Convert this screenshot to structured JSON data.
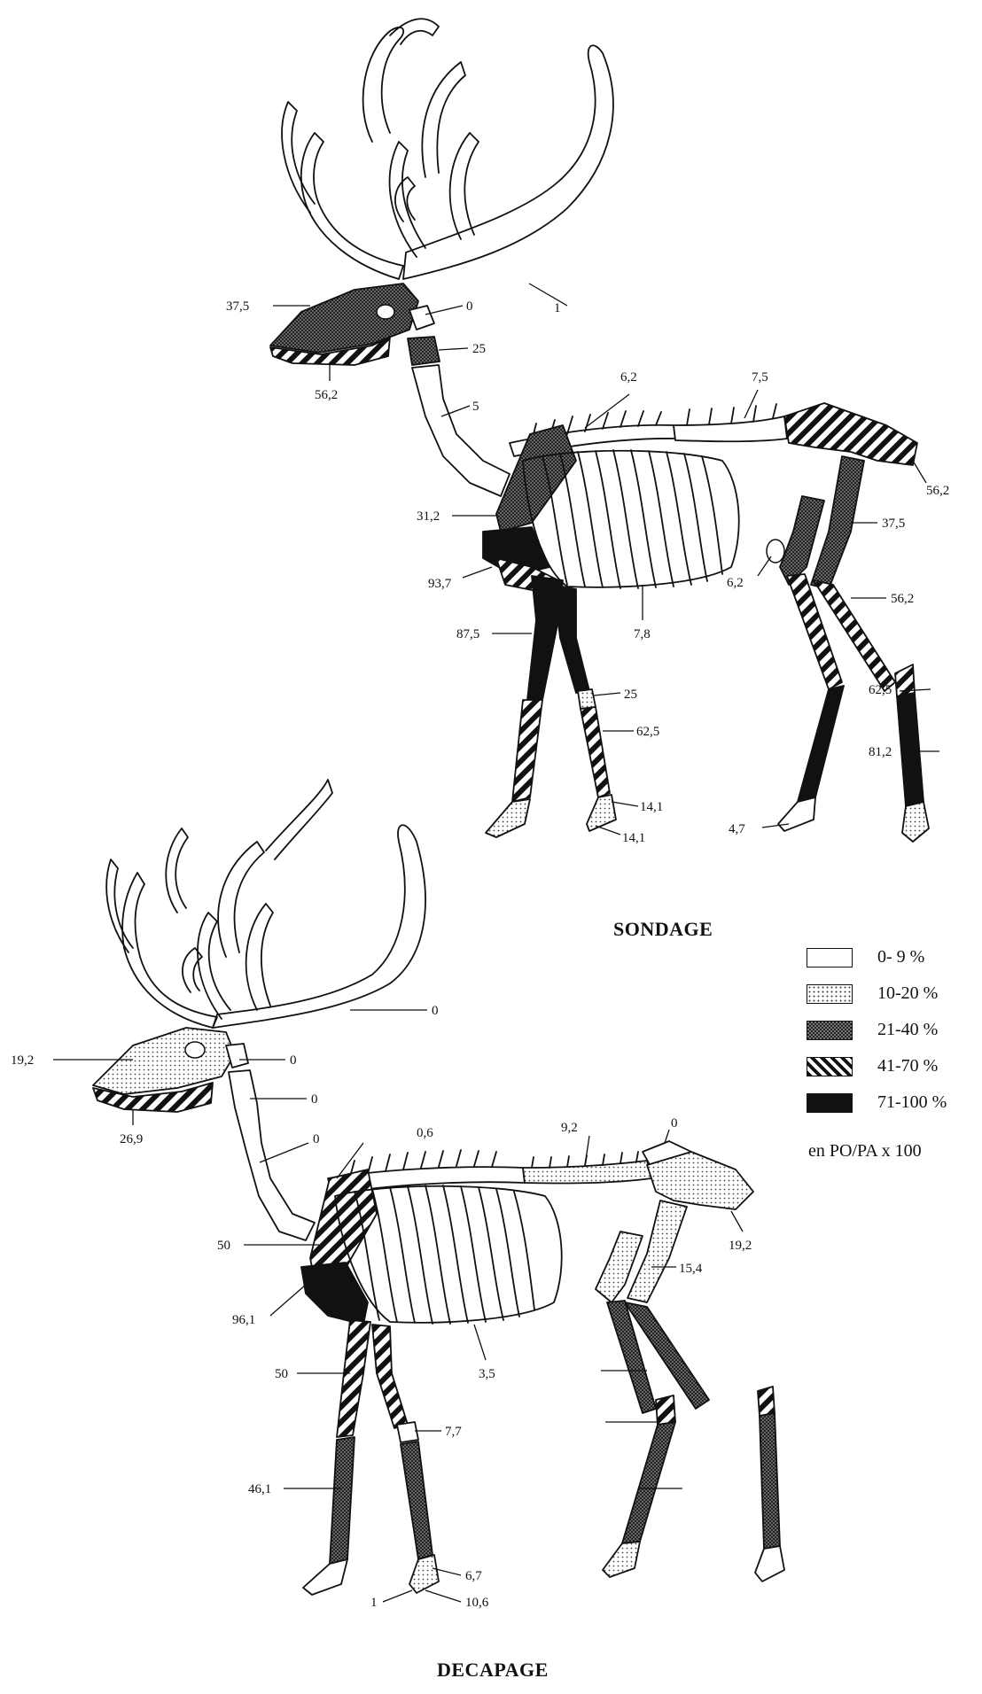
{
  "titles": {
    "top": "SONDAGE",
    "bottom": "DECAPAGE"
  },
  "legend": {
    "items": [
      {
        "label": "0- 9 %",
        "pattern": "white"
      },
      {
        "label": "10-20 %",
        "pattern": "dots"
      },
      {
        "label": "21-40 %",
        "pattern": "crosshatch"
      },
      {
        "label": "41-70 %",
        "pattern": "stripes"
      },
      {
        "label": "71-100 %",
        "pattern": "black"
      }
    ],
    "unit": "en PO/PA x 100"
  },
  "sondage": {
    "antler": "1",
    "skull": "37,5",
    "mandible": "56,2",
    "atlas": "0",
    "axis": "25",
    "cervical": "5",
    "thoracic": "6,2",
    "lumbar": "7,5",
    "pelvis": "56,2",
    "femur": "37,5",
    "scapula": "31,2",
    "sternum": "93,7",
    "ribs": "7,8",
    "humerus": "87,5",
    "patella": "6,2",
    "tibia": "56,2",
    "carpals": "25",
    "radius": "62,5",
    "tarsals": "62,5",
    "metatarsal": "81,2",
    "phalanx1": "14,1",
    "phalanx2": "14,1",
    "phalanx_hind": "4,7"
  },
  "decapage": {
    "antler": "0",
    "skull": "19,2",
    "mandible": "26,9",
    "atlas": "0",
    "axis": "0",
    "cervical": "0",
    "thoracic": "0,6",
    "lumbar": "9,2",
    "sacrum": "0",
    "pelvis": "19,2",
    "femur": "15,4",
    "scapula": "50",
    "sternum": "96,1",
    "ribs": "3,5",
    "humerus": "50",
    "carpals": "7,7",
    "metacarpal": "46,1",
    "phalanx1": "6,7",
    "phalanx2": "10,6",
    "phalanx3": "1"
  }
}
